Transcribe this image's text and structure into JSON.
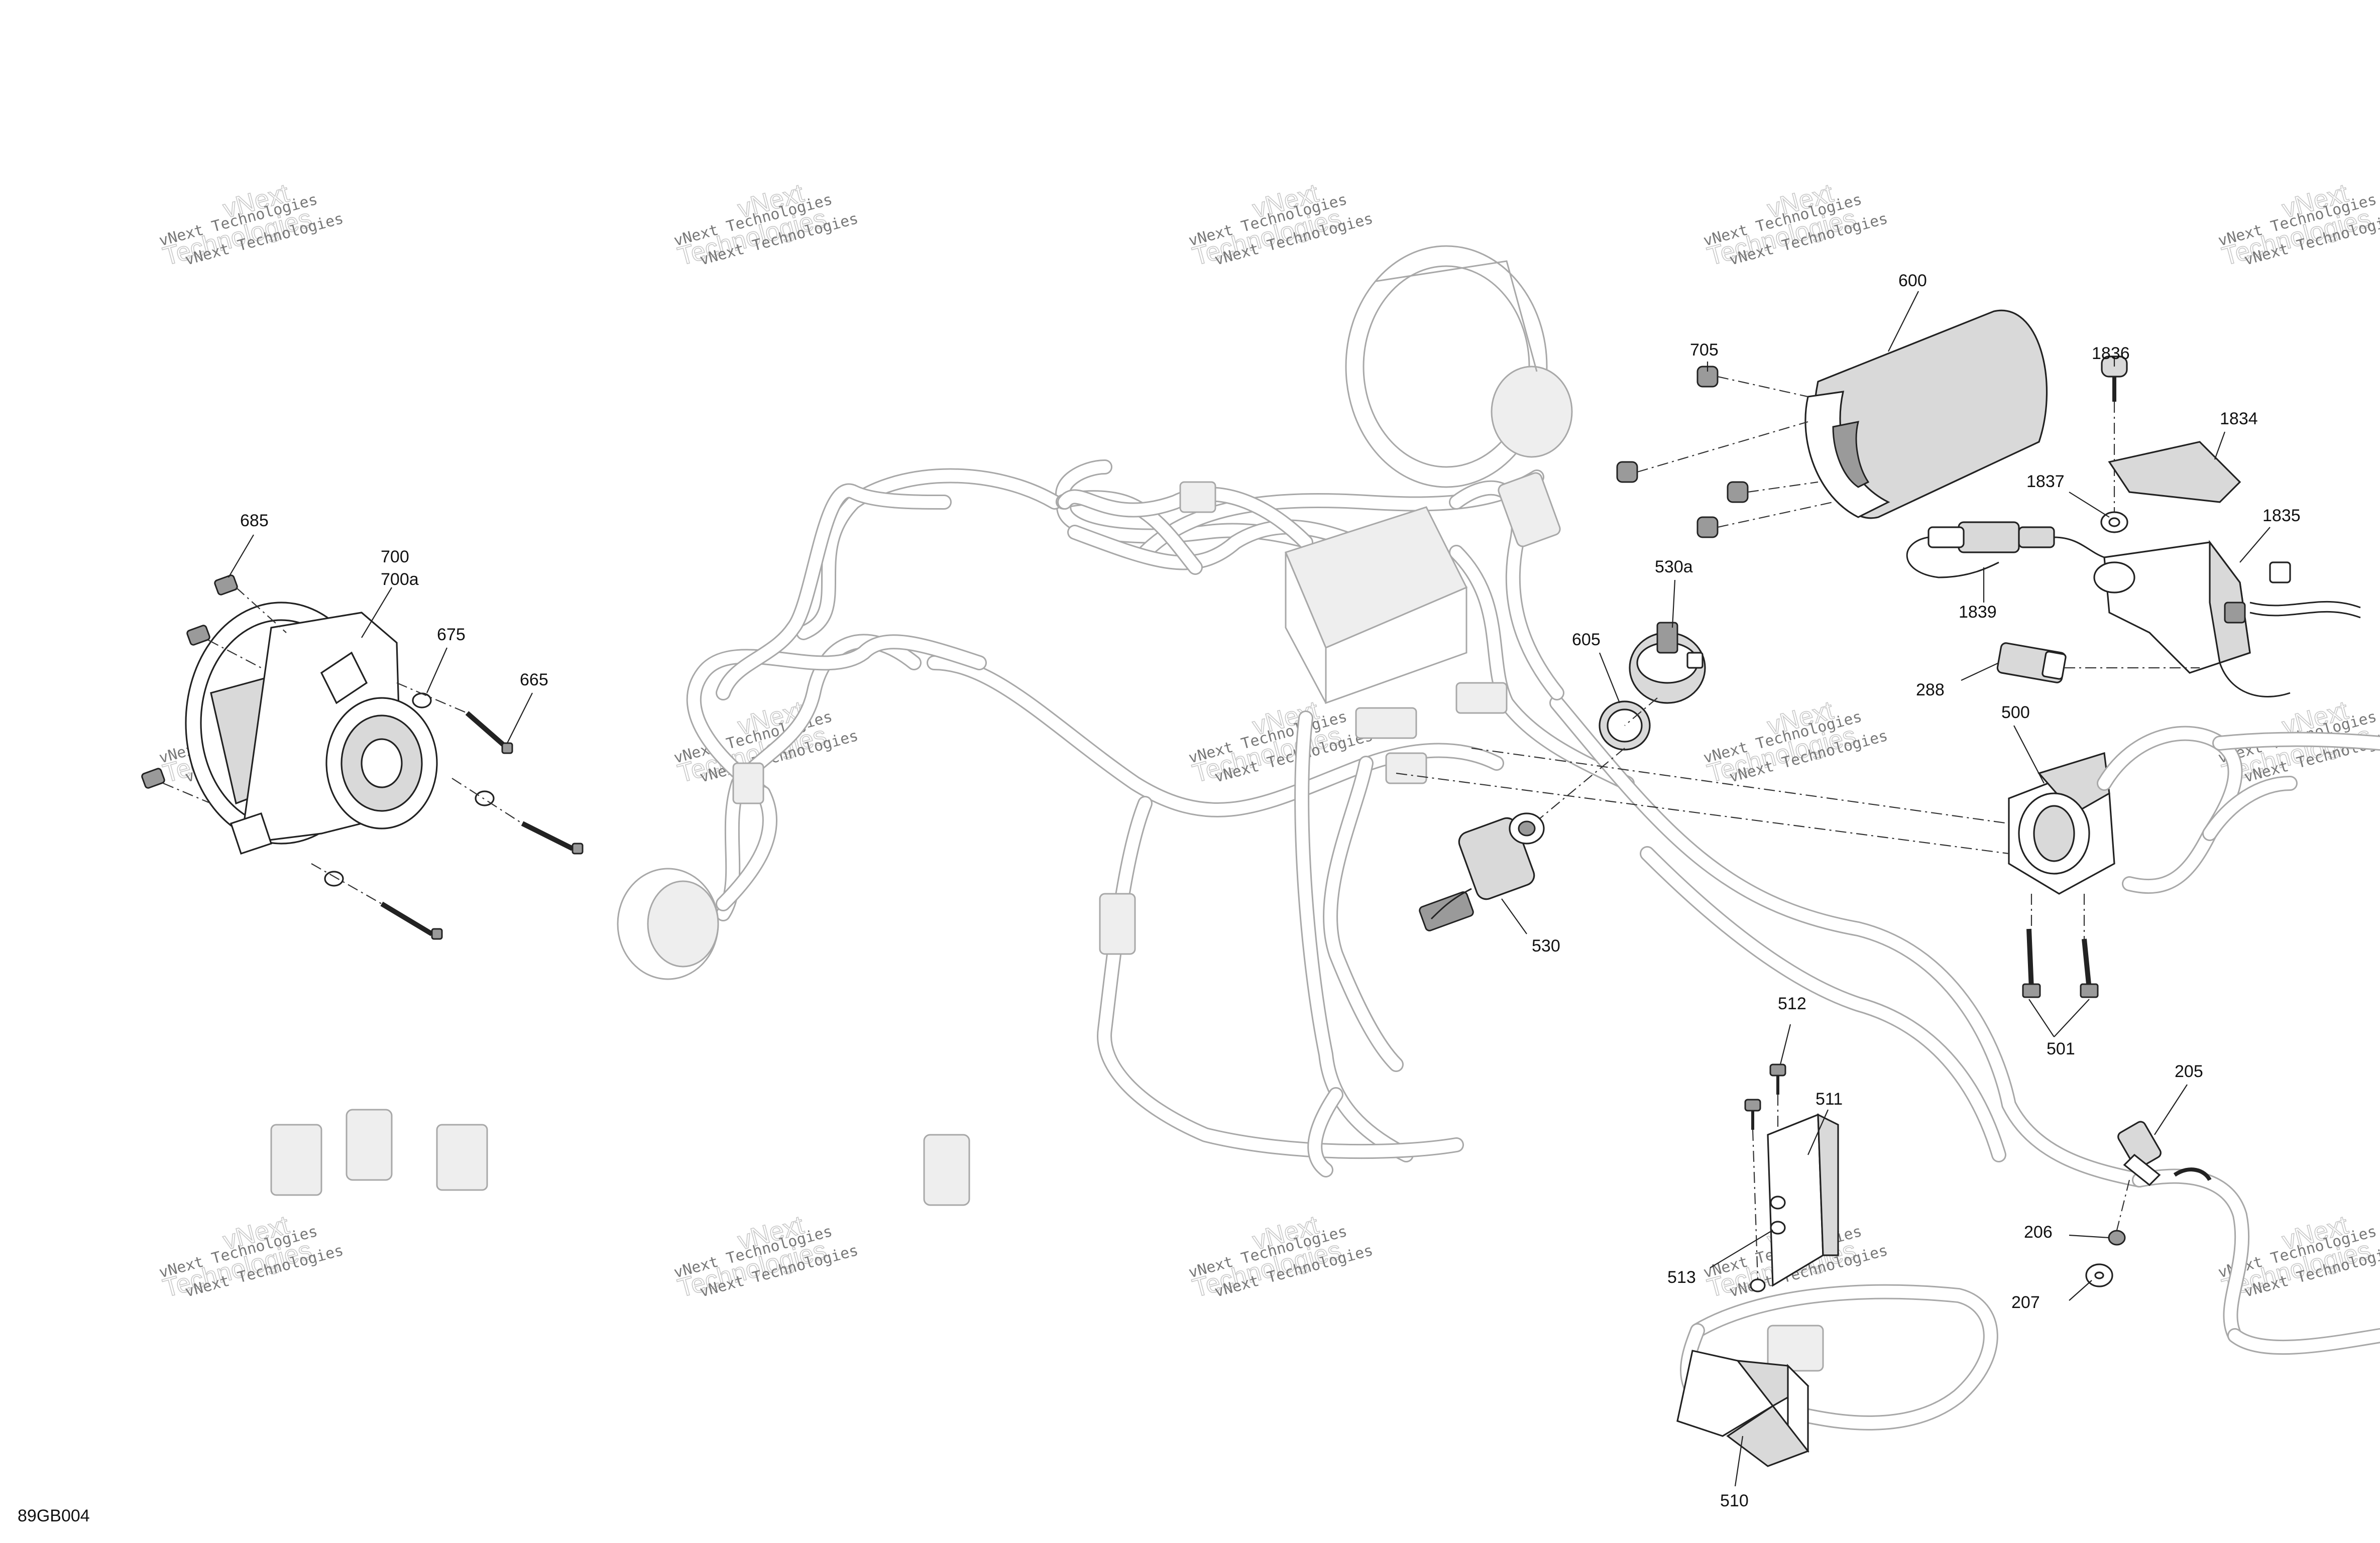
{
  "diagram_code": "89GB004",
  "watermark": {
    "line1": "vNext Technologies",
    "line2": "vNext",
    "line3": "Technologies",
    "line4": "vNext Technologies"
  },
  "callouts": {
    "c685": "685",
    "c700": "700",
    "c700a": "700a",
    "c675": "675",
    "c665": "665",
    "c600": "600",
    "c705": "705",
    "c1836": "1836",
    "c1834": "1834",
    "c1837": "1837",
    "c1835": "1835",
    "c1839": "1839",
    "c530a": "530a",
    "c605": "605",
    "c288": "288",
    "c500": "500",
    "c530": "530",
    "c501": "501",
    "c512": "512",
    "c511": "511",
    "c205": "205",
    "c206": "206",
    "c207": "207",
    "c513": "513",
    "c510": "510"
  }
}
